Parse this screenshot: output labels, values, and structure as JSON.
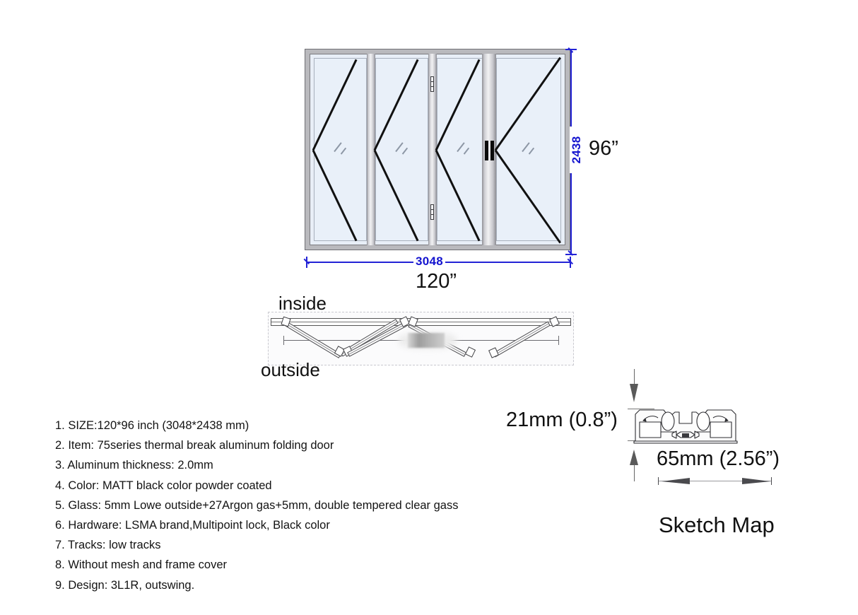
{
  "drawing": {
    "type": "product-technical-drawing",
    "product_title": "75series thermal break aluminum folding door",
    "elevation": {
      "width_mm": "3048",
      "width_inch": "120”",
      "height_mm": "2438",
      "height_inch": "96”",
      "panel_count": 4,
      "design": "3L1R",
      "swing": "outswing",
      "hinge_marks": 2,
      "handle_bars": 2
    },
    "plan_view": {
      "inside_label": "inside",
      "outside_label": "outside",
      "redacted_label": true
    },
    "sketch_map": {
      "title": "Sketch Map",
      "height_label": "21mm (0.8”)",
      "width_label": "65mm (2.56”)"
    },
    "colors": {
      "dimension_blue": "#1414cf",
      "frame_gray": "#b9b9bd",
      "glass_blue": "#e9f0f9",
      "swing_line": "#111111",
      "handle_black": "#0b0b0b"
    }
  },
  "specs": [
    "1. SIZE:120*96 inch (3048*2438 mm)",
    "2. Item: 75series thermal break aluminum folding door",
    "3. Aluminum thickness: 2.0mm",
    "4. Color: MATT black color powder coated",
    "5. Glass: 5mm Lowe outside+27Argon gas+5mm, double tempered clear gass",
    "6. Hardware: LSMA brand,Multipoint lock, Black color",
    "7. Tracks: low tracks",
    "8. Without mesh and frame cover",
    "9. Design: 3L1R, outswing."
  ]
}
